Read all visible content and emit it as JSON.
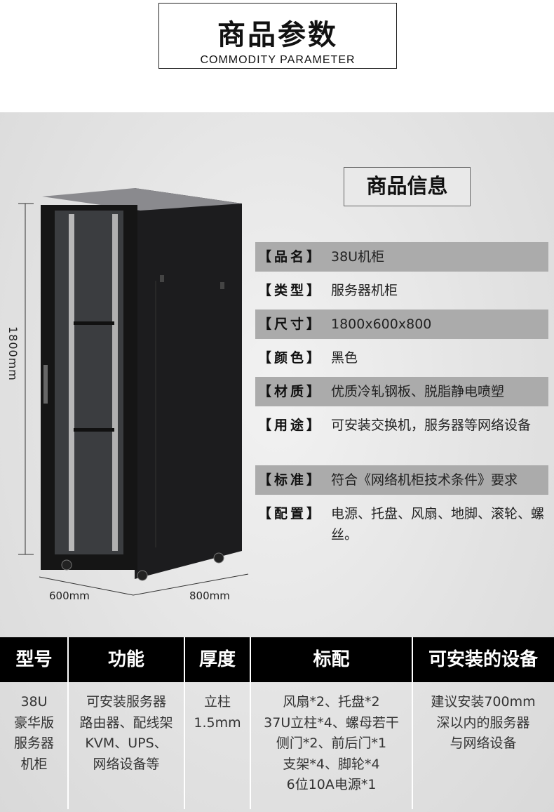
{
  "header": {
    "title_cn": "商品参数",
    "title_en": "COMMODITY PARAMETER"
  },
  "info": {
    "title": "商品信息",
    "rows": [
      {
        "label": "【品名】",
        "value": "38U机柜"
      },
      {
        "label": "【类型】",
        "value": "服务器机柜"
      },
      {
        "label": "【尺寸】",
        "value": "1800x600x800"
      },
      {
        "label": "【颜色】",
        "value": "黑色"
      },
      {
        "label": "【材质】",
        "value": "优质冷轧钢板、脱脂静电喷塑"
      },
      {
        "label": "【用途】",
        "value": "可安装交换机，服务器等网络设备"
      },
      {
        "label": "【标准】",
        "value": "符合《网络机柜技术条件》要求"
      },
      {
        "label": "【配置】",
        "value": "电源、托盘、风扇、地脚、滚轮、螺丝。"
      }
    ]
  },
  "dimensions": {
    "height": "1800mm",
    "width": "600mm",
    "depth": "800mm"
  },
  "table": {
    "headers": [
      "型号",
      "功能",
      "厚度",
      "标配",
      "可安装的设备"
    ],
    "cells": [
      [
        "38U",
        "豪华版",
        "服务器",
        "机柜"
      ],
      [
        "可安装服务器",
        "路由器、配线架",
        "KVM、UPS、",
        "网络设备等"
      ],
      [
        "立柱",
        "1.5mm"
      ],
      [
        "风扇*2、托盘*2",
        "37U立柱*4、螺母若干",
        "侧门*2、前后门*1",
        "支架*4、脚轮*4",
        "6位10A电源*1"
      ],
      [
        "建议安装700mm",
        "深以内的服务器",
        "与网络设备"
      ]
    ]
  }
}
